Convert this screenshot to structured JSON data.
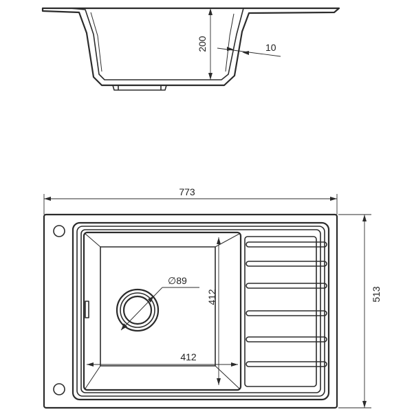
{
  "dimensions": {
    "bowl_depth": "200",
    "wall_thickness": "10",
    "overall_width": "773",
    "overall_depth": "513",
    "bowl_depth_plan": "412",
    "bowl_width": "412",
    "drain_diameter": "∅89"
  },
  "colors": {
    "line": "#2b2b2b",
    "background": "#ffffff"
  }
}
